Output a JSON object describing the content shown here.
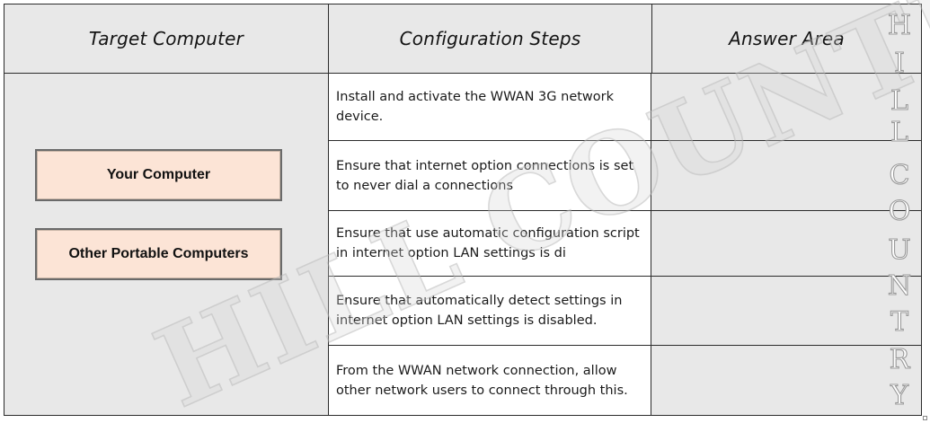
{
  "header": {
    "target_computer": "Target Computer",
    "configuration_steps": "Configuration Steps",
    "answer_area": "Answer Area"
  },
  "targets": [
    {
      "label": "Your Computer"
    },
    {
      "label": "Other Portable Computers"
    }
  ],
  "steps": [
    {
      "text": "Install and activate the WWAN 3G network device."
    },
    {
      "text": "Ensure that internet option connections is set to never dial a connections"
    },
    {
      "text": "Ensure that use automatic configuration script in internet option LAN settings is di"
    },
    {
      "text": "Ensure that automatically detect settings in internet option LAN settings is disabled."
    },
    {
      "text": "From the WWAN network connection, allow other network users to connect through this."
    }
  ],
  "answer_slots": [
    "",
    "",
    "",
    "",
    ""
  ],
  "watermark": {
    "diagonal_text": "HILL COUNTRY",
    "vertical_letters": [
      "H",
      "I",
      "L",
      "L",
      "C",
      "O",
      "U",
      "N",
      "T",
      "R",
      "Y"
    ]
  },
  "colors": {
    "header_bg": "#e8e8e8",
    "target_button_bg": "#fce4d6",
    "border": "#2b2b2b",
    "watermark": "#c8c8c8"
  }
}
